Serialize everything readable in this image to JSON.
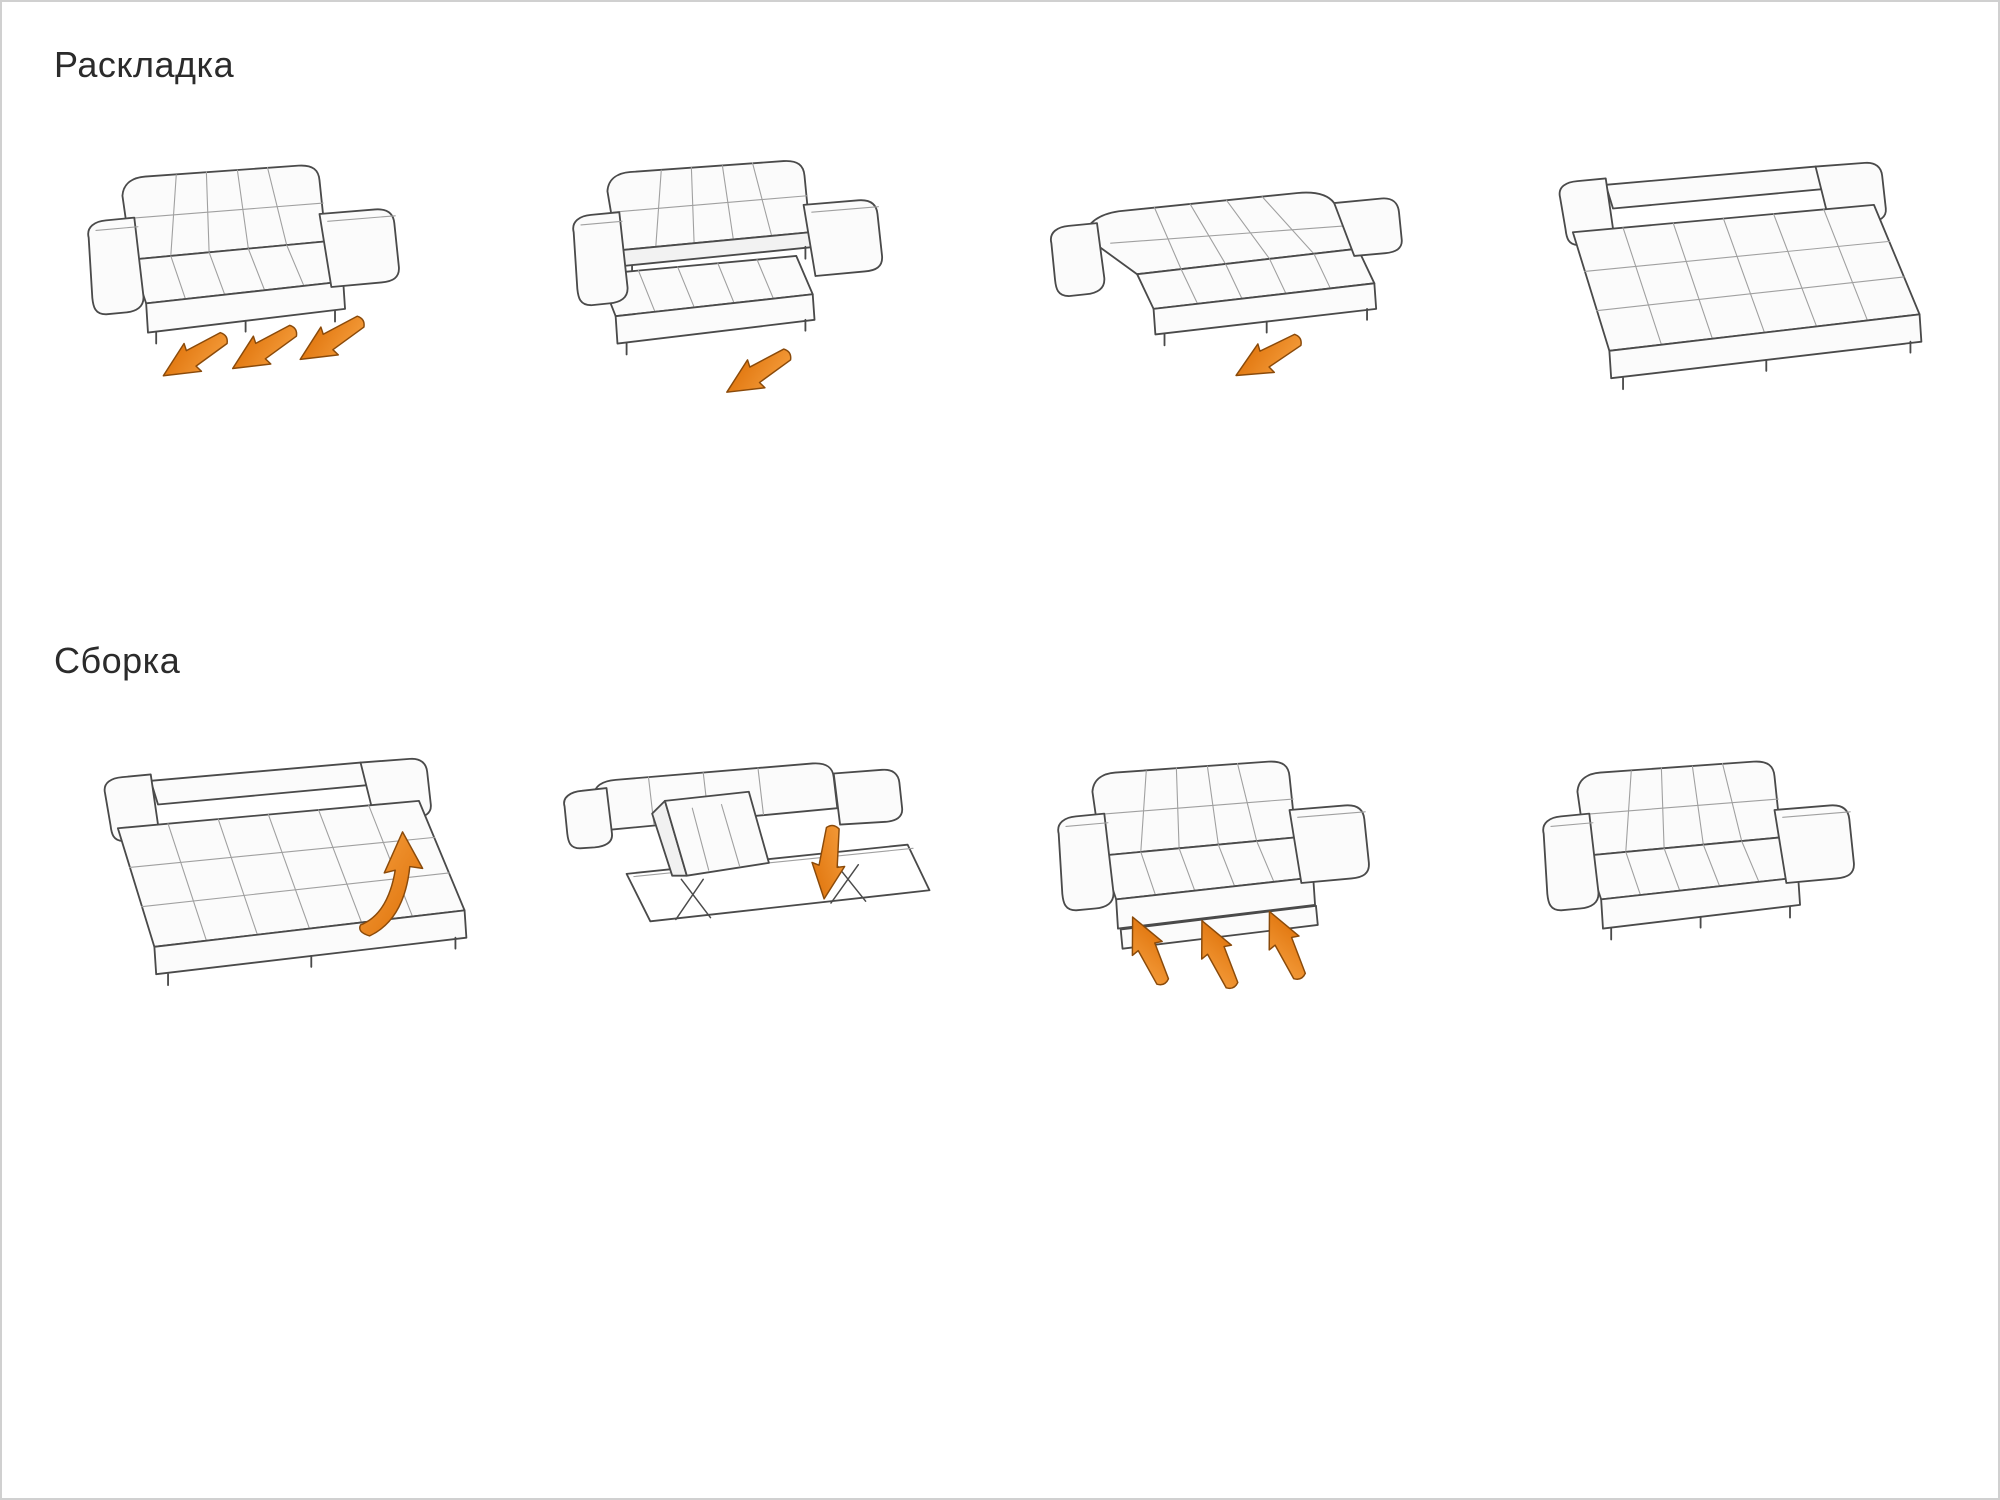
{
  "document": {
    "type": "sofa-bed-instruction-diagram",
    "background": "#ffffff",
    "frame_border": "#d0d0d0"
  },
  "sections": [
    {
      "id": "unfold",
      "title": "Раскладка",
      "steps": [
        {
          "name": "sofa-closed-pull-base",
          "arrow_icon": "three-arrows-down-left"
        },
        {
          "name": "sofa-seat-pulled-forward",
          "arrow_icon": "one-arrow-down-left"
        },
        {
          "name": "sofa-backrest-folding-flat",
          "arrow_icon": "one-arrow-down-left"
        },
        {
          "name": "bed-fully-unfolded",
          "arrow_icon": "none"
        }
      ]
    },
    {
      "id": "fold",
      "title": "Сборка",
      "steps": [
        {
          "name": "bed-lift-front-edge",
          "arrow_icon": "curved-arrow-up"
        },
        {
          "name": "bed-section-folding-down",
          "arrow_icon": "one-arrow-down"
        },
        {
          "name": "sofa-push-base-in",
          "arrow_icon": "three-arrows-up-left"
        },
        {
          "name": "sofa-assembled",
          "arrow_icon": "none"
        }
      ]
    }
  ],
  "colors": {
    "arrow_orange": "#e8821c",
    "arrow_outline": "#8a4a0a",
    "sofa_outline": "#4a4a4a",
    "seam_gray": "#a0a0a0",
    "text": "#2b2b2b"
  }
}
